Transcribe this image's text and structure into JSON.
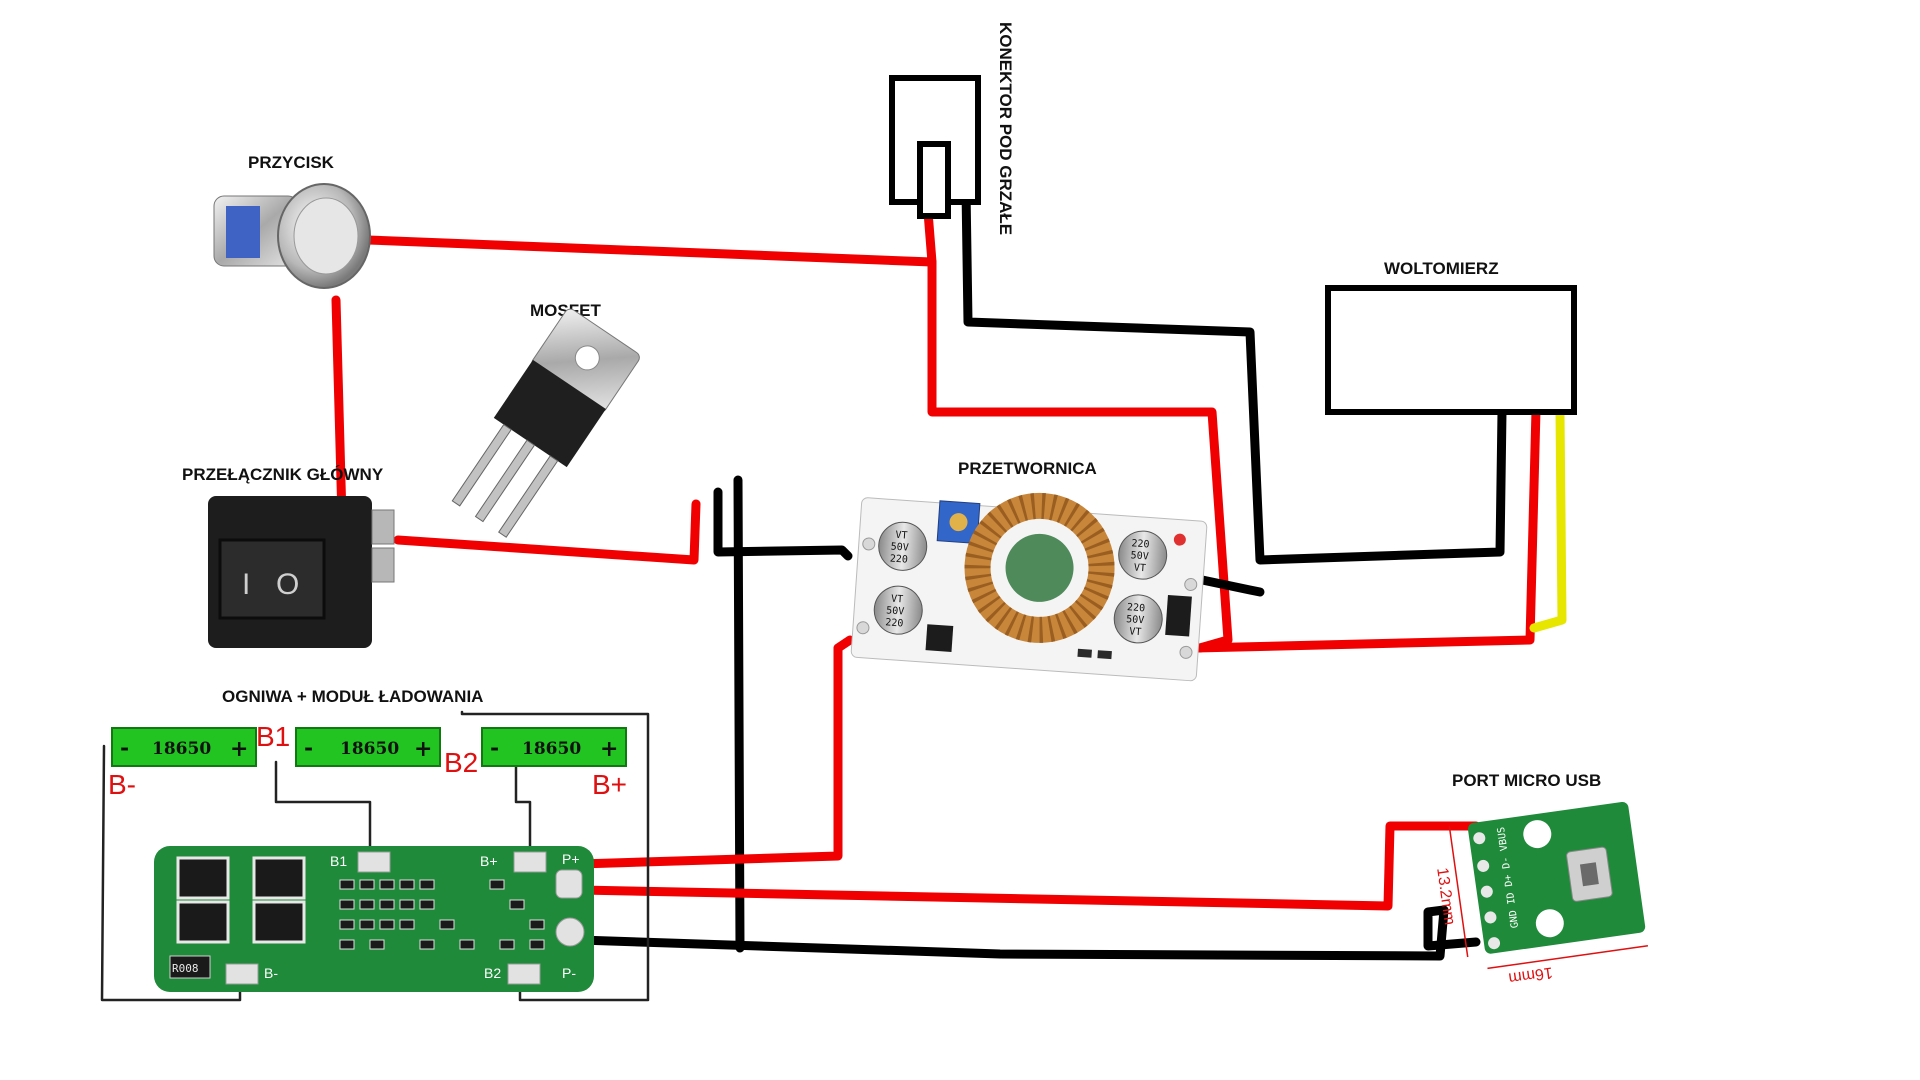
{
  "labels": {
    "button": "PRZYCISK",
    "mosfet": "MOSFET",
    "main_switch": "PRZEŁĄCZNIK GŁÓWNY",
    "converter": "PRZETWORNICA",
    "heater_connector": "KONEKTOR POD GRZAŁE",
    "voltmeter": "WOLTOMIERZ",
    "cells_module": "OGNIWA + MODUŁ ŁADOWANIA",
    "usb_port": "PORT MICRO USB"
  },
  "battery": {
    "cells": [
      {
        "model": "18650",
        "minus": "-",
        "plus": "+"
      },
      {
        "model": "18650",
        "minus": "-",
        "plus": "+"
      },
      {
        "model": "18650",
        "minus": "-",
        "plus": "+"
      }
    ],
    "terminals": {
      "b_minus": "B-",
      "b1": "B1",
      "b2": "B2",
      "b_plus": "B+"
    }
  },
  "bms": {
    "pads": {
      "b1": "B1",
      "b_plus": "B+",
      "p_plus": "P+",
      "b2": "B2",
      "p_minus": "P-",
      "b_minus": "B-"
    },
    "resistor": "R008"
  },
  "converter": {
    "capacitors": [
      {
        "value": "220",
        "voltage": "50V",
        "series": "VT"
      },
      {
        "value": "220",
        "voltage": "50V",
        "series": "VT"
      },
      {
        "value": "220",
        "voltage": "50V",
        "series": "VT"
      },
      {
        "value": "220",
        "voltage": "50V",
        "series": "VT"
      }
    ]
  },
  "usb_board": {
    "pins": [
      "GND",
      "ID",
      "D+",
      "D-",
      "VBUS"
    ],
    "dim_height": "13.2mm",
    "dim_width": "16mm"
  },
  "switch": {
    "off_symbol": "O",
    "on_symbol": "I"
  },
  "colors": {
    "wire_positive": "#f00000",
    "wire_negative": "#000000",
    "wire_signal": "#e6e600",
    "cell_green": "#22c422",
    "pcb_green": "#1f8a3a",
    "copper": "#c8863a"
  }
}
